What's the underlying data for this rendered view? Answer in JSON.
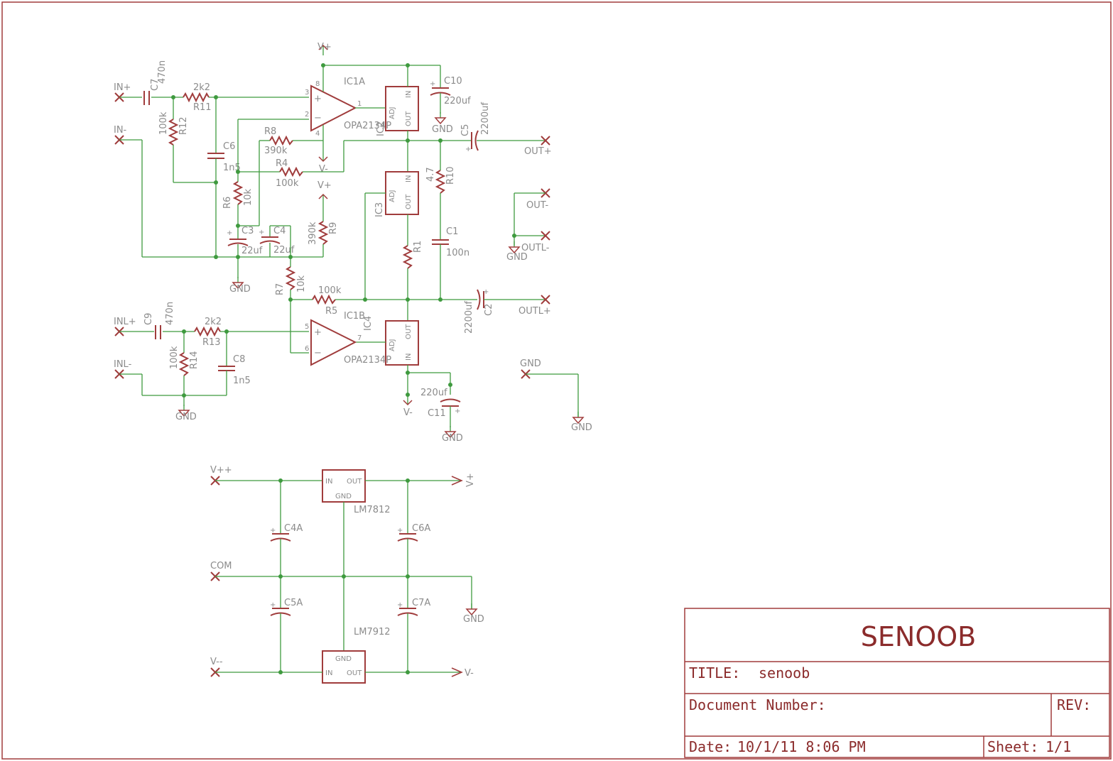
{
  "title_block": {
    "project": "SENOOB",
    "title_label": "TITLE:",
    "title_value": "senoob",
    "doc_number_label": "Document Number:",
    "rev_label": "REV:",
    "date_label": "Date:",
    "date_value": "10/1/11 8:06 PM",
    "sheet_label": "Sheet:",
    "sheet_value": "1/1"
  },
  "connectors": {
    "in_plus": "IN+",
    "in_minus": "IN-",
    "inl_plus": "INL+",
    "inl_minus": "INL-",
    "out_plus": "OUT+",
    "out_minus": "OUT-",
    "outl_minus": "OUTL-",
    "outl_plus": "OUTL+",
    "gnd": "GND",
    "vpp": "V++",
    "com": "COM",
    "vmm": "V--"
  },
  "supplies": {
    "vplus": "V+",
    "vminus": "V-",
    "gnd": "GND"
  },
  "components": {
    "C7": {
      "name": "C7",
      "value": "470n"
    },
    "R11": {
      "name": "R11",
      "value": "2k2"
    },
    "R12": {
      "name": "R12",
      "value": "100k"
    },
    "C6": {
      "name": "C6",
      "value": "1n5"
    },
    "R8": {
      "name": "R8",
      "value": "390k"
    },
    "R4": {
      "name": "R4",
      "value": "100k"
    },
    "R6": {
      "name": "R6",
      "value": "10k"
    },
    "C3": {
      "name": "C3",
      "value": "22uf"
    },
    "C4": {
      "name": "C4",
      "value": "22uf"
    },
    "R9": {
      "name": "R9",
      "value": "390k"
    },
    "R7": {
      "name": "R7",
      "value": "10k"
    },
    "R5": {
      "name": "R5",
      "value": "100k"
    },
    "C9": {
      "name": "C9",
      "value": "470n"
    },
    "R13": {
      "name": "R13",
      "value": "2k2"
    },
    "R14": {
      "name": "R14",
      "value": "100k"
    },
    "C8": {
      "name": "C8",
      "value": "1n5"
    },
    "IC1A": {
      "name": "IC1A",
      "value": "OPA2134P"
    },
    "IC1B": {
      "name": "IC1B",
      "value": "OPA2134P"
    },
    "IC2": {
      "name": "IC2"
    },
    "IC3": {
      "name": "IC3"
    },
    "IC4": {
      "name": "IC4"
    },
    "C10": {
      "name": "C10",
      "value": "220uf"
    },
    "C5": {
      "name": "C5",
      "value": "2200uf"
    },
    "R10": {
      "name": "R10",
      "value": "4.7"
    },
    "C1": {
      "name": "C1",
      "value": "100n"
    },
    "R1": {
      "name": "R1"
    },
    "C2": {
      "name": "C2",
      "value": "2200uf"
    },
    "C11": {
      "name": "C11",
      "value": "220uf"
    },
    "LM7812": {
      "name": "LM7812"
    },
    "LM7912": {
      "name": "LM7912"
    },
    "C4A": {
      "name": "C4A"
    },
    "C5A": {
      "name": "C5A"
    },
    "C6A": {
      "name": "C6A"
    },
    "C7A": {
      "name": "C7A"
    }
  },
  "pins": {
    "adj": "ADJ",
    "in": "IN",
    "out": "OUT",
    "gnd": "GND",
    "op_plus": "+",
    "op_minus": "−",
    "n1": "1",
    "n2": "2",
    "n3": "3",
    "n4": "4",
    "n5": "5",
    "n6": "6",
    "n7": "7",
    "n8": "8"
  },
  "colors": {
    "symbol": "#a03c3c",
    "wire": "#3f9a3f",
    "label": "#8b8b8b",
    "title_text": "#8b2b2b"
  }
}
